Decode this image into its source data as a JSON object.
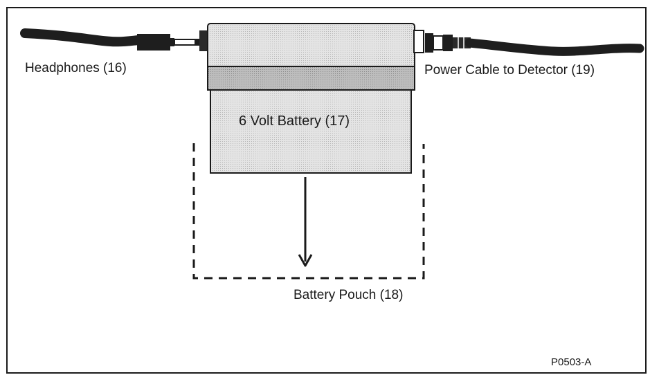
{
  "labels": {
    "headphones": "Headphones (16)",
    "power_cable": "Power Cable to Detector (19)",
    "battery": "6 Volt Battery (17)",
    "pouch": "Battery Pouch (18)",
    "figure_id": "P0503-A"
  },
  "colors": {
    "background": "#ffffff",
    "outline": "#1a1a1a",
    "battery_body": "#e6e6e6",
    "battery_top": "#d9d9d9",
    "battery_band": "#bdbdbd",
    "cable": "#1e1e1e"
  },
  "icons": {
    "headphone_plug": "headphone-jack-icon",
    "power_connector": "bnc-connector-icon",
    "arrow": "arrow-down-icon"
  }
}
